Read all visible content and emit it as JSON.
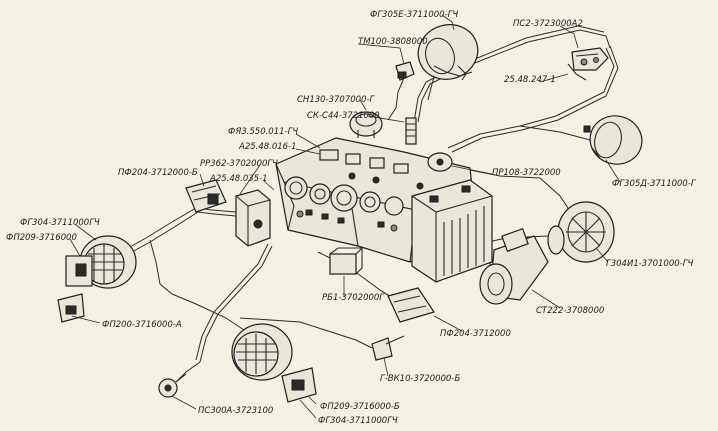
{
  "labels": {
    "fg305e": "ФГ305Е-3711000-ГЧ",
    "tm100": "ТМ100-3808000",
    "ps2": "ПС2-3723000А2",
    "l25_48_247": "25.48.247-1",
    "sn130": "СН130-3707000-Г",
    "sk_s44": "СК-С44-3721000",
    "fya": "ФЯЗ.550.011-ГЧ",
    "a25_016": "А25.48.016-1",
    "rr362": "РР362-3702000ГЧ",
    "a25_035": "А25.48.035-1",
    "pf204_top": "ПФ204-3712000-Б",
    "fg304_left": "ФГ304-3711000ГЧ",
    "fp209_left": "ФП209-3716000",
    "pr108": "ПР108-3722000",
    "fg305d": "ФГ305Д-3711000-Г",
    "g304": "Г304И1-3701000-ГЧ",
    "st222": "СТ222-3708000",
    "rb1": "РБ1-3702000Г",
    "pf204_right": "ПФ204-3712000",
    "fp200": "ФП200-3716000-А",
    "g_vk10": "Г-ВК10-3720000-Б",
    "fp209_bottom": "ФП209-3716000-Б",
    "ps300": "ПС300А-3723100",
    "fg304_bottom": "ФГ304-3711000ГЧ"
  }
}
